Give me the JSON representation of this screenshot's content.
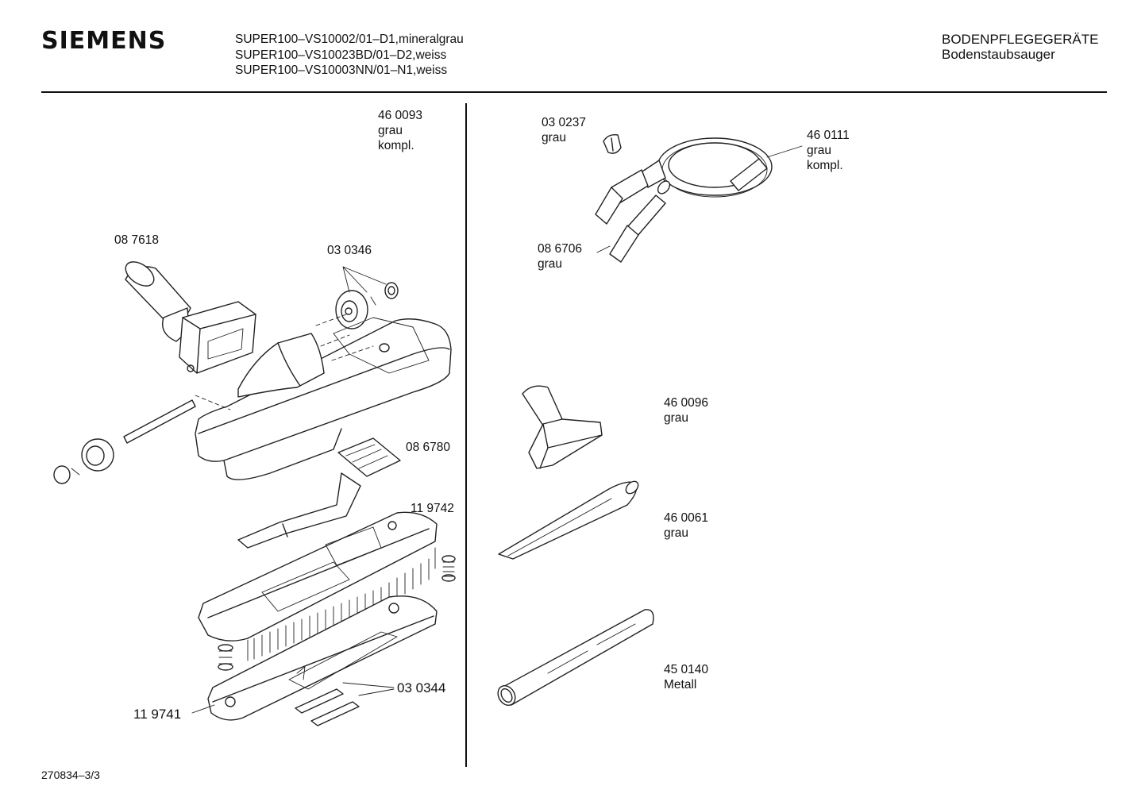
{
  "header": {
    "brand": "SIEMENS",
    "models": [
      "SUPER100–VS10002/01–D1,mineralgrau",
      "SUPER100–VS10023BD/01–D2,weiss",
      "SUPER100–VS10003NN/01–N1,weiss"
    ],
    "category": "BODENPFLEGEGERÄTE",
    "subcategory": "Bodenstaubsauger"
  },
  "parts_left": [
    {
      "number": "46 0093",
      "lines": [
        "grau",
        "kompl."
      ]
    },
    {
      "number": "08 7618",
      "lines": []
    },
    {
      "number": "03 0346",
      "lines": []
    },
    {
      "number": "08 6780",
      "lines": []
    },
    {
      "number": "11 9742",
      "lines": []
    },
    {
      "number": "03 0344",
      "lines": []
    },
    {
      "number": "11 9741",
      "lines": []
    }
  ],
  "parts_right": [
    {
      "number": "03 0237",
      "lines": [
        "grau"
      ]
    },
    {
      "number": "46 0111",
      "lines": [
        "grau",
        "kompl."
      ]
    },
    {
      "number": "08 6706",
      "lines": [
        "grau"
      ]
    },
    {
      "number": "46 0096",
      "lines": [
        "grau"
      ]
    },
    {
      "number": "46 0061",
      "lines": [
        "grau"
      ]
    },
    {
      "number": "45 0140",
      "lines": [
        "Metall"
      ]
    }
  ],
  "footer": {
    "drawing_id": "270834–3/3"
  }
}
